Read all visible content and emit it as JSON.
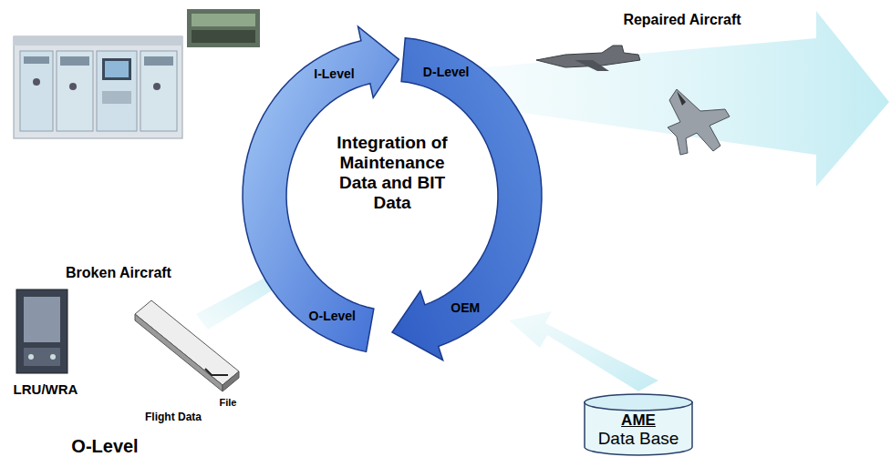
{
  "diagram": {
    "nodes": [
      {
        "text": [
          "AME",
          "Data Base"
        ]
      }
    ],
    "labels": [
      "Repaired Aircraft",
      "I-Level",
      "D-Level",
      "Integration of Maintenance Data and BIT Data",
      "Broken Aircraft",
      "O-Level",
      "OEM",
      "LRU/WRA",
      "Flight Data",
      "File",
      "O-Level"
    ]
  }
}
